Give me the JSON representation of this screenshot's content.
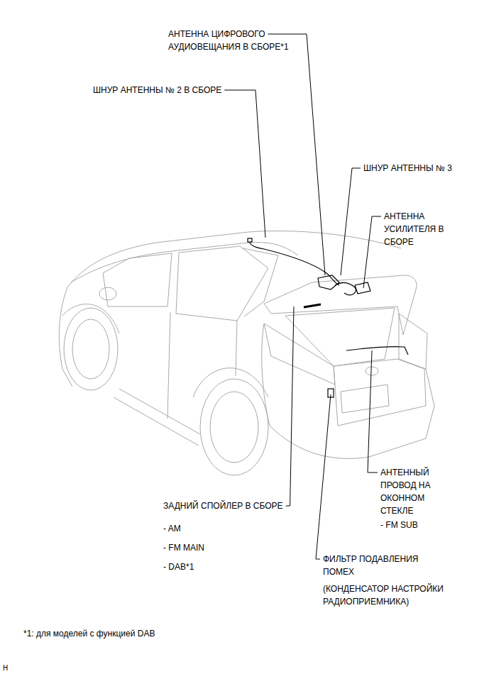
{
  "diagram": {
    "labels": [
      "АНТЕННА ЦИФРОВОГО АУДИОВЕЩАНИЯ В СБОРЕ*1",
      "ШНУР АНТЕННЫ № 2 В СБОРЕ",
      "ШНУР АНТЕННЫ № 3",
      "АНТЕННА УСИЛИТЕЛЯ В СБОРЕ",
      "АНТЕННЫЙ ПРОВОД НА ОКОННОМ СТЕКЛЕ",
      "- FM SUB",
      "ЗАДНИЙ СПОЙЛЕР В СБОРЕ",
      "- AM",
      "- FM MAIN",
      "- DAB*1",
      "ФИЛЬТР ПОДАВЛЕНИЯ ПОМЕХ",
      "(КОНДЕНСАТОР НАСТРОЙКИ РАДИОПРИЕМНИКА)",
      "*1: для моделей с функцией DAB",
      "H"
    ]
  }
}
